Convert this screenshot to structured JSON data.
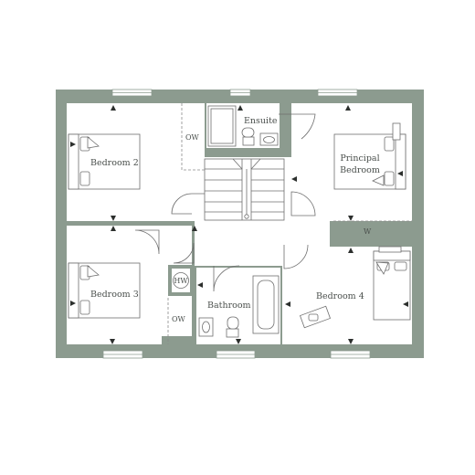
{
  "floorplan": {
    "colors": {
      "wall": "#8c9b8f",
      "floor": "#ffffff",
      "line": "#6f6f6f",
      "marker": "#2c2f2d",
      "text": "#4a4f4c"
    },
    "rooms": {
      "bedroom_2": "Bedroom 2",
      "bedroom_3": "Bedroom 3",
      "bedroom_4": "Bedroom 4",
      "principal_line1": "Principal",
      "principal_line2": "Bedroom",
      "ensuite": "Ensuite",
      "bathroom": "Bathroom"
    },
    "storage": {
      "ow_upper": "OW",
      "ow_lower": "OW",
      "hw": "HW",
      "w": "W"
    },
    "icons": [
      "bed-icon",
      "wc-icon",
      "basin-icon",
      "shower-icon",
      "bath-icon",
      "desk-icon",
      "window-icon",
      "door-icon",
      "staircase-icon",
      "triangle-marker-icon"
    ]
  }
}
